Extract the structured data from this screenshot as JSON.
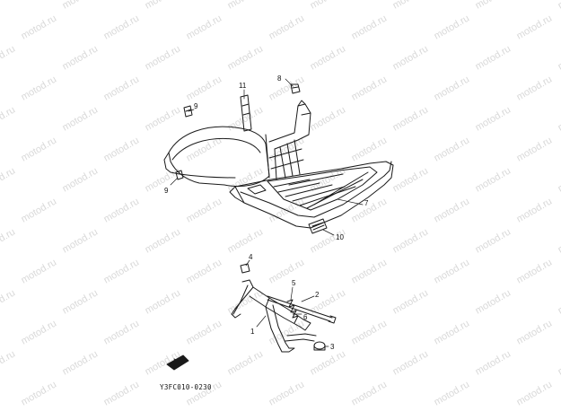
{
  "watermark": {
    "text": "motod.ru",
    "color": "#d9d9d9"
  },
  "parts": {
    "p1": "1",
    "p2": "2",
    "p3": "3",
    "p4": "4",
    "p5": "5",
    "p6": "6",
    "p7": "7",
    "p8": "8",
    "p9a": "9",
    "p9b": "9",
    "p10": "10",
    "p11": "11"
  },
  "diagram_code": "Y3FC010-0230",
  "colors": {
    "line": "#1a1a1a",
    "paper": "#ffffff"
  }
}
